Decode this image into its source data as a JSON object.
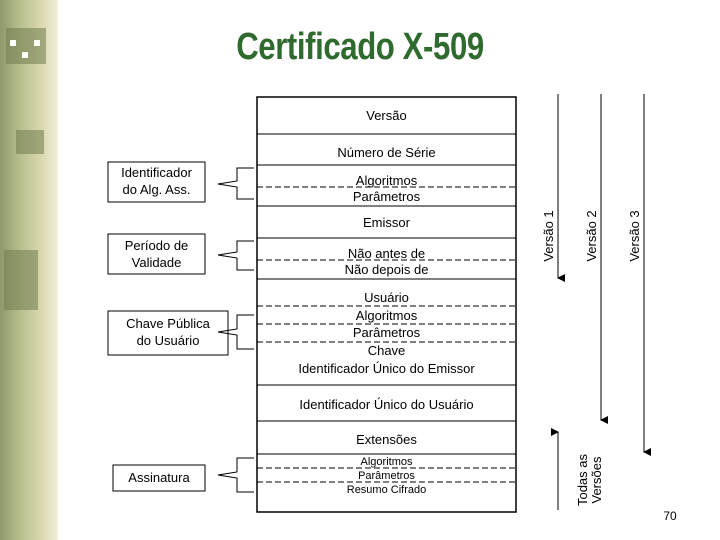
{
  "title": "Certificado X-509",
  "page_number": "70",
  "fields": {
    "versao": "Versão",
    "numero_serie": "Número de Série",
    "alg_algoritmos": "Algoritmos",
    "alg_parametros": "Parâmetros",
    "emissor": "Emissor",
    "nao_antes": "Não antes de",
    "nao_depois": "Não depois de",
    "usuario": "Usuário",
    "chave_algoritmos": "Algoritmos",
    "chave_parametros": "Parâmetros",
    "chave": "Chave",
    "id_unico_emissor": "Identificador Único do Emissor",
    "id_unico_usuario": "Identificador Único do Usuário",
    "extensoes": "Extensões",
    "ass_algoritmos": "Algoritmos",
    "ass_parametros": "Parâmetros",
    "ass_resumo": "Resumo Cifrado"
  },
  "left_labels": {
    "id_alg_line1": "Identificador",
    "id_alg_line2": "do Alg. Ass.",
    "periodo_line1": "Período de",
    "periodo_line2": "Validade",
    "chave_pub_line1": "Chave Pública",
    "chave_pub_line2": "do Usuário",
    "assinatura": "Assinatura"
  },
  "version_labels": {
    "v1": "Versão 1",
    "v2": "Versão 2",
    "v3": "Versão 3",
    "todas_line1": "Todas as",
    "todas_line2": "Versões"
  },
  "colors": {
    "title": "#2f6b2f",
    "sidebar": "#b7bf8d"
  }
}
